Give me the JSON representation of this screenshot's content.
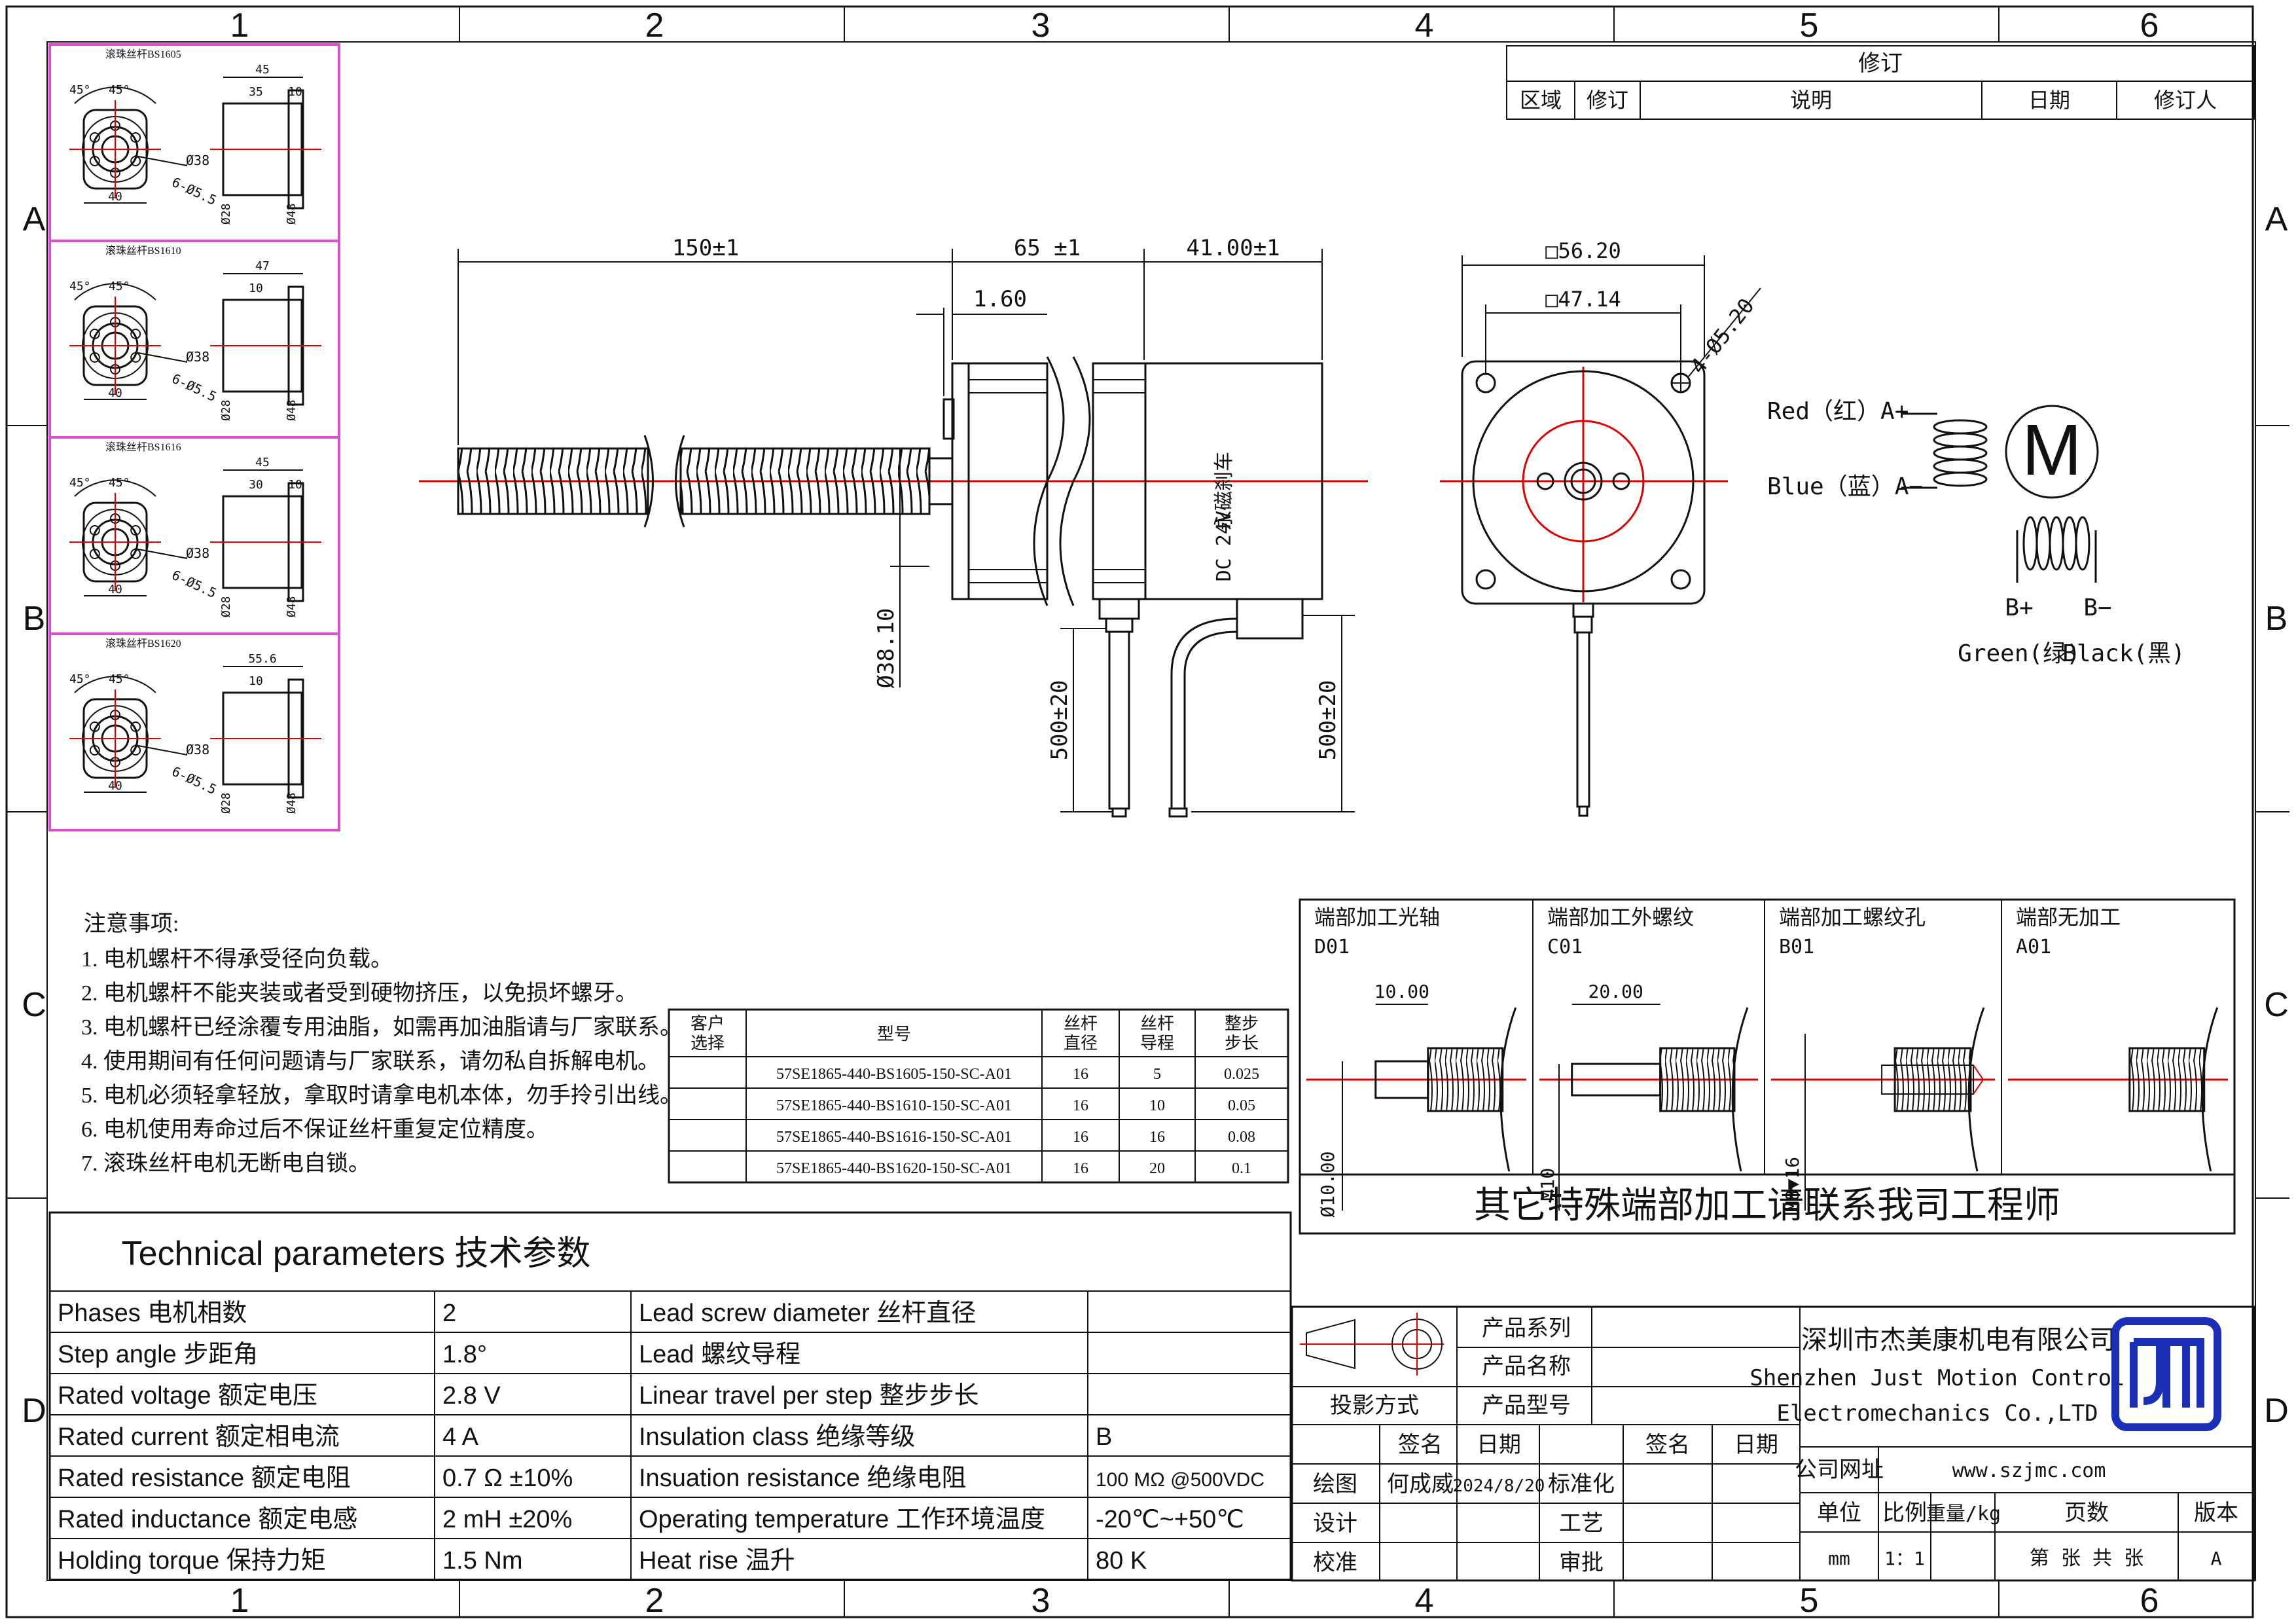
{
  "grid": {
    "columns": [
      "1",
      "2",
      "3",
      "4",
      "5",
      "6"
    ],
    "rows": [
      "A",
      "B",
      "C",
      "D"
    ]
  },
  "revision": {
    "title": "修订",
    "headers": [
      "区域",
      "修订",
      "说明",
      "日期",
      "修订人"
    ]
  },
  "ballscrew_panels": [
    {
      "title": "滚珠丝杆BS1605",
      "len": "45",
      "a": "35",
      "b": "10",
      "d1": "Ø38",
      "holes": "6-Ø5.5",
      "w": "40",
      "d2": "Ø28",
      "d3": "Ø48",
      "ang1": "45°",
      "ang2": "45°"
    },
    {
      "title": "滚珠丝杆BS1610",
      "len": "47",
      "a": "10",
      "b": "",
      "d1": "Ø38",
      "holes": "6-Ø5.5",
      "w": "40",
      "d2": "Ø28",
      "d3": "Ø48",
      "ang1": "45°",
      "ang2": "45°"
    },
    {
      "title": "滚珠丝杆BS1616",
      "len": "45",
      "a": "30",
      "b": "10",
      "d1": "Ø38",
      "holes": "6-Ø5.5",
      "w": "40",
      "d2": "Ø28",
      "d3": "Ø48",
      "ang1": "45°",
      "ang2": "45°"
    },
    {
      "title": "滚珠丝杆BS1620",
      "len": "55.6",
      "a": "10",
      "b": "",
      "d1": "Ø38",
      "holes": "6-Ø5.5",
      "w": "40",
      "d2": "Ø28",
      "d3": "Ø48",
      "ang1": "45°",
      "ang2": "45°"
    }
  ],
  "side_view": {
    "dim_screw": "150±1",
    "dim_motor": "65 ±1",
    "dim_brake": "41.00±1",
    "dim_flange": "1.60",
    "dim_pilot": "Ø38.10",
    "dim_lead1": "500±20",
    "dim_lead2": "500±20",
    "brake_label": "永磁刹车",
    "brake_voltage": "DC 24V"
  },
  "front_view": {
    "dim_outer": "□56.20",
    "dim_bolt": "□47.14",
    "dim_holes": "4-Ø5.20"
  },
  "wiring": {
    "red": "Red（红）A+",
    "blue": "Blue（蓝）A−",
    "motor": "M",
    "bplus": "B+",
    "bminus": "B−",
    "green": "Green(绿)",
    "black": "Black(黑)"
  },
  "notes": {
    "title": "注意事项:",
    "items": [
      "1. 电机螺杆不得承受径向负载。",
      "2. 电机螺杆不能夹装或者受到硬物挤压，以免损坏螺牙。",
      "3. 电机螺杆已经涂覆专用油脂，如需再加油脂请与厂家联系。",
      "4. 使用期间有任何问题请与厂家联系，请勿私自拆解电机。",
      "5. 电机必须轻拿轻放，拿取时请拿电机本体，勿手拎引出线。",
      "6. 电机使用寿命过后不保证丝杆重复定位精度。",
      "7. 滚珠丝杆电机无断电自锁。"
    ]
  },
  "models": {
    "headers": [
      "客户\n选择",
      "型号",
      "丝杆\n直径",
      "丝杆\n导程",
      "整步\n步长"
    ],
    "rows": [
      [
        "",
        "57SE1865-440-BS1605-150-SC-A01",
        "16",
        "5",
        "0.025"
      ],
      [
        "",
        "57SE1865-440-BS1610-150-SC-A01",
        "16",
        "10",
        "0.05"
      ],
      [
        "",
        "57SE1865-440-BS1616-150-SC-A01",
        "16",
        "16",
        "0.08"
      ],
      [
        "",
        "57SE1865-440-BS1620-150-SC-A01",
        "16",
        "20",
        "0.1"
      ]
    ]
  },
  "end_options": {
    "panels": [
      {
        "title": "端部加工光轴",
        "code": "D01",
        "dim_a": "10.00",
        "dim_b": "Ø10.00"
      },
      {
        "title": "端部加工外螺纹",
        "code": "C01",
        "dim_a": "20.00",
        "dim_b": "M10"
      },
      {
        "title": "端部加工螺纹孔",
        "code": "B01",
        "dim_a": "",
        "dim_b": "M8▼16"
      },
      {
        "title": "端部无加工",
        "code": "A01",
        "dim_a": "",
        "dim_b": ""
      }
    ],
    "footer": "其它特殊端部加工请联系我司工程师"
  },
  "tech": {
    "title": "Technical parameters 技术参数",
    "rows": [
      [
        "Phases 电机相数",
        "2",
        "Lead screw diameter 丝杆直径",
        ""
      ],
      [
        "Step angle 步距角",
        "1.8°",
        "Lead 螺纹导程",
        ""
      ],
      [
        "Rated voltage 额定电压",
        "2.8 V",
        "Linear travel per step 整步步长",
        ""
      ],
      [
        "Rated current 额定相电流",
        "4 A",
        "Insulation class 绝缘等级",
        "B"
      ],
      [
        "Rated resistance 额定电阻",
        "0.7 Ω  ±10%",
        "Insuation resistance 绝缘电阻",
        "100 MΩ @500VDC"
      ],
      [
        "Rated inductance 额定电感",
        "2 mH ±20%",
        "Operating temperature 工作环境温度",
        "-20℃~+50℃"
      ],
      [
        "Holding torque 保持力矩",
        "1.5 Nm",
        "Heat rise 温升",
        "80 K"
      ]
    ]
  },
  "titleblock": {
    "series": "产品系列",
    "name": "产品名称",
    "projection": "投影方式",
    "model": "产品型号",
    "sign": "签名",
    "date": "日期",
    "draw": "绘图",
    "drawer": "何成威",
    "draw_date": "2024/8/20",
    "design": "设计",
    "check": "校准",
    "standard": "标准化",
    "process": "工艺",
    "approve": "审批",
    "sign2": "签名",
    "date2": "日期",
    "company_cn": "深圳市杰美康机电有限公司",
    "company_en1": "Shenzhen Just Motion Control",
    "company_en2": "Electromechanics Co.,LTD",
    "web_label": "公司网址",
    "web": "www.szjmc.com",
    "unit_label": "单位",
    "scale_label": "比例",
    "weight_label": "重量/kg",
    "pages_label": "页数",
    "version_label": "版本",
    "unit": "mm",
    "scale": "1：1",
    "pages": "第 张 共 张",
    "version": "A"
  },
  "colors": {
    "magenta": "#d84fd0",
    "center": "#e00000",
    "logo": "#1a2fb8",
    "line": "#111111"
  }
}
